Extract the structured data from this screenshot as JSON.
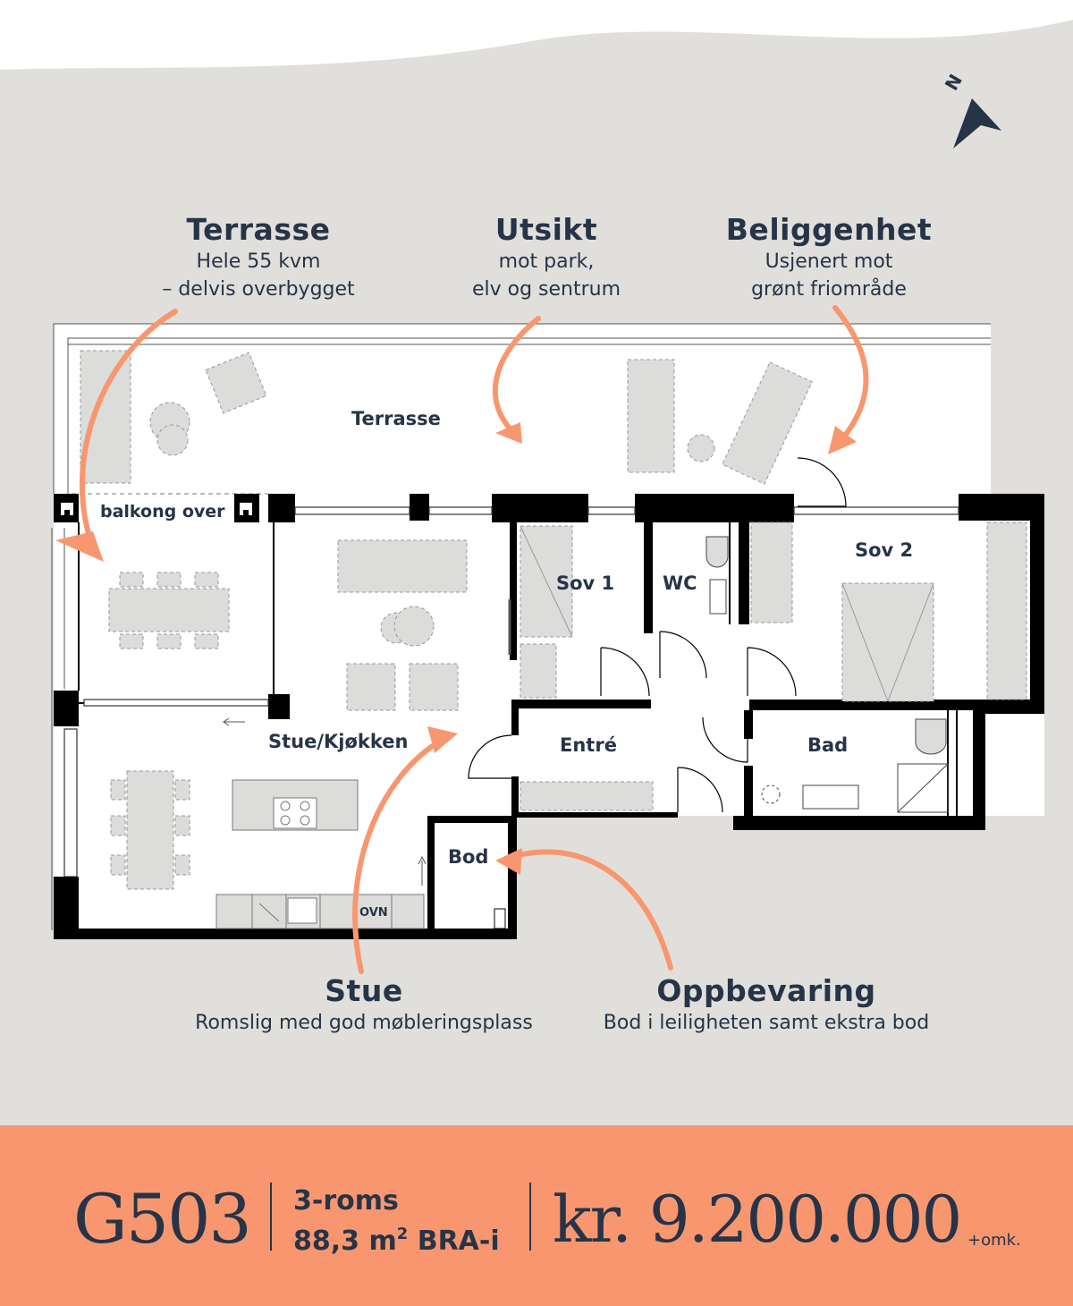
{
  "colors": {
    "background": "#e0dfdb",
    "accent": "#f8976f",
    "text": "#273447",
    "wall": "#000000",
    "furniture": "#dcdcda"
  },
  "compass": {
    "label": "N",
    "icon": "north-arrow-icon"
  },
  "features": [
    {
      "title": "Terrasse",
      "line1": "Hele 55 kvm",
      "line2": "– delvis overbygget"
    },
    {
      "title": "Utsikt",
      "line1": "mot park,",
      "line2": "elv og sentrum"
    },
    {
      "title": "Beliggenhet",
      "line1": "Usjenert mot",
      "line2": "grønt friområde"
    },
    {
      "title": "Stue",
      "line1": "Romslig med god møbleringsplass"
    },
    {
      "title": "Oppbevaring",
      "line1": "Bod i leiligheten samt ekstra bod"
    }
  ],
  "rooms": {
    "terrasse": "Terrasse",
    "balkong": "balkong over",
    "stue": "Stue/Kjøkken",
    "sov1": "Sov 1",
    "wc": "WC",
    "sov2": "Sov 2",
    "entre": "Entré",
    "bad": "Bad",
    "bod": "Bod",
    "ovn": "OVN"
  },
  "footer": {
    "unit": "G503",
    "rooms": "3-roms",
    "area_value": "88,3 m",
    "area_sup": "2",
    "area_type": " BRA-i",
    "price": "kr. 9.200.000",
    "price_suffix": "+omk."
  }
}
